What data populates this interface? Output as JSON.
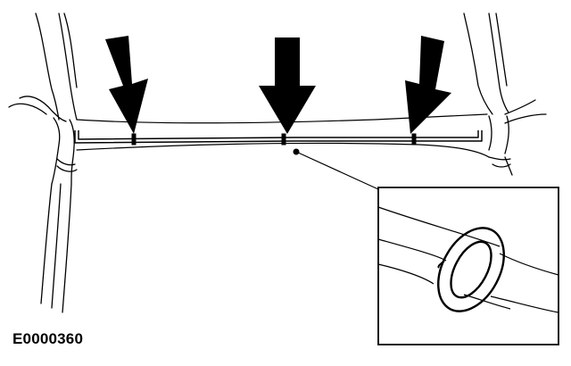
{
  "figure": {
    "id_label": "E0000360"
  },
  "colors": {
    "line": "#000000",
    "background": "#ffffff",
    "arrow_fill": "#000000"
  },
  "callouts": {
    "arrow_count": 3,
    "detail_view": "clip-on-rod"
  }
}
